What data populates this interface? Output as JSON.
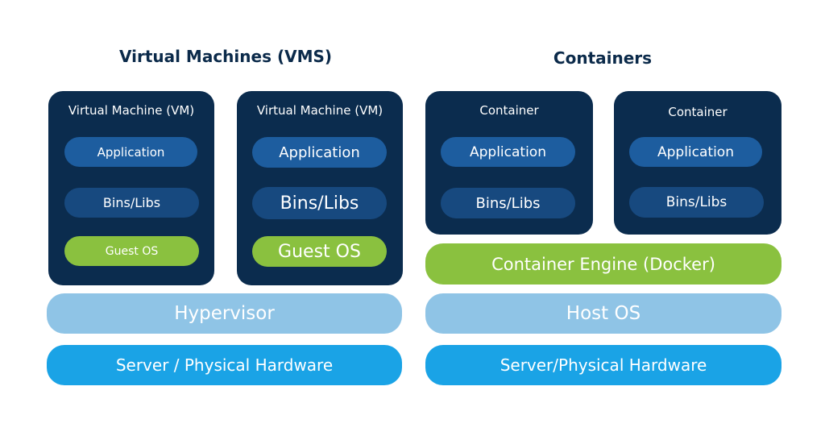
{
  "vm_section": {
    "title": "Virtual Machines (VMS)",
    "vms": [
      {
        "label": "Virtual Machine (VM)",
        "app": "Application",
        "bins": "Bins/Libs",
        "guest_os": "Guest OS"
      },
      {
        "label": "Virtual Machine (VM)",
        "app": "Application",
        "bins": "Bins/Libs",
        "guest_os": "Guest OS"
      }
    ],
    "hypervisor": "Hypervisor",
    "hardware": "Server / Physical Hardware"
  },
  "container_section": {
    "title": "Containers",
    "containers": [
      {
        "label": "Container",
        "app": "Application",
        "bins": "Bins/Libs"
      },
      {
        "label": "Container",
        "app": "Application",
        "bins": "Bins/Libs"
      }
    ],
    "engine": "Container Engine (Docker)",
    "host_os": "Host OS",
    "hardware": "Server/Physical Hardware"
  },
  "colors": {
    "box": "#0b2c4e",
    "application": "#1d5d9f",
    "bins_libs": "#17497f",
    "guest_os": "#8ac13f",
    "container_engine": "#8ac13f",
    "hypervisor": "#8fc4e6",
    "host_os": "#8fc4e6",
    "hardware": "#1aa3e6",
    "title": "#0b2a4a"
  }
}
